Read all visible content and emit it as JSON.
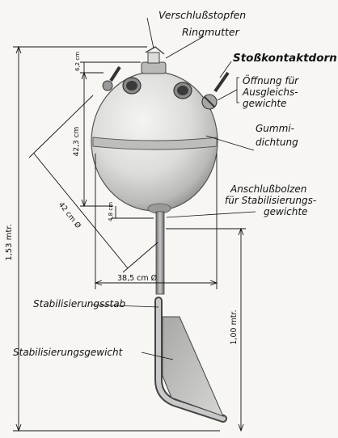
{
  "labels": {
    "closure_plug": "Verschlußstopfen",
    "ring_nut": "Ringmutter",
    "contact_horn": "Stoßkontaktdorn",
    "opening_1": "Öffnung für",
    "opening_2": "Ausgleichs-",
    "opening_3": "gewichte",
    "gasket_1": "Gummi-",
    "gasket_2": "dichtung",
    "bolt_1": "Anschlußbolzen",
    "bolt_2": "für Stabilisierungs-",
    "bolt_3": "gewichte",
    "rod": "Stabilisierungsstab",
    "weight": "Stabilisierungsgewicht"
  },
  "dimensions": {
    "total_height": "1,53 mtr.",
    "top_cap": "6,2 cm",
    "sphere_height": "42,3 cm",
    "diagonal": "42 cm Ø",
    "bottom_gap": "4,8 cm",
    "width": "38,5 cm Ø",
    "rod_length": "1,00 mtr."
  }
}
